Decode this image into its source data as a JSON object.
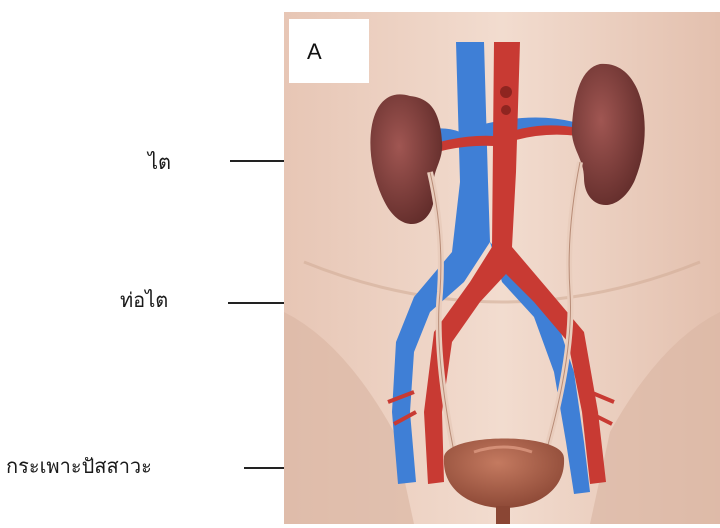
{
  "figure": {
    "panel_letter": "A",
    "labels": {
      "kidney": "ไต",
      "ureter": "ท่อไต",
      "bladder": "กระเพาะปัสสาวะ"
    }
  },
  "colors": {
    "skin": "#eed4c5",
    "skin_shadow": "#d9b7a6",
    "vein": "#3f7fd6",
    "artery": "#c83a33",
    "kidney": "#7a3a36",
    "bladder": "#a45a45",
    "ureter": "#e9cdbd"
  }
}
